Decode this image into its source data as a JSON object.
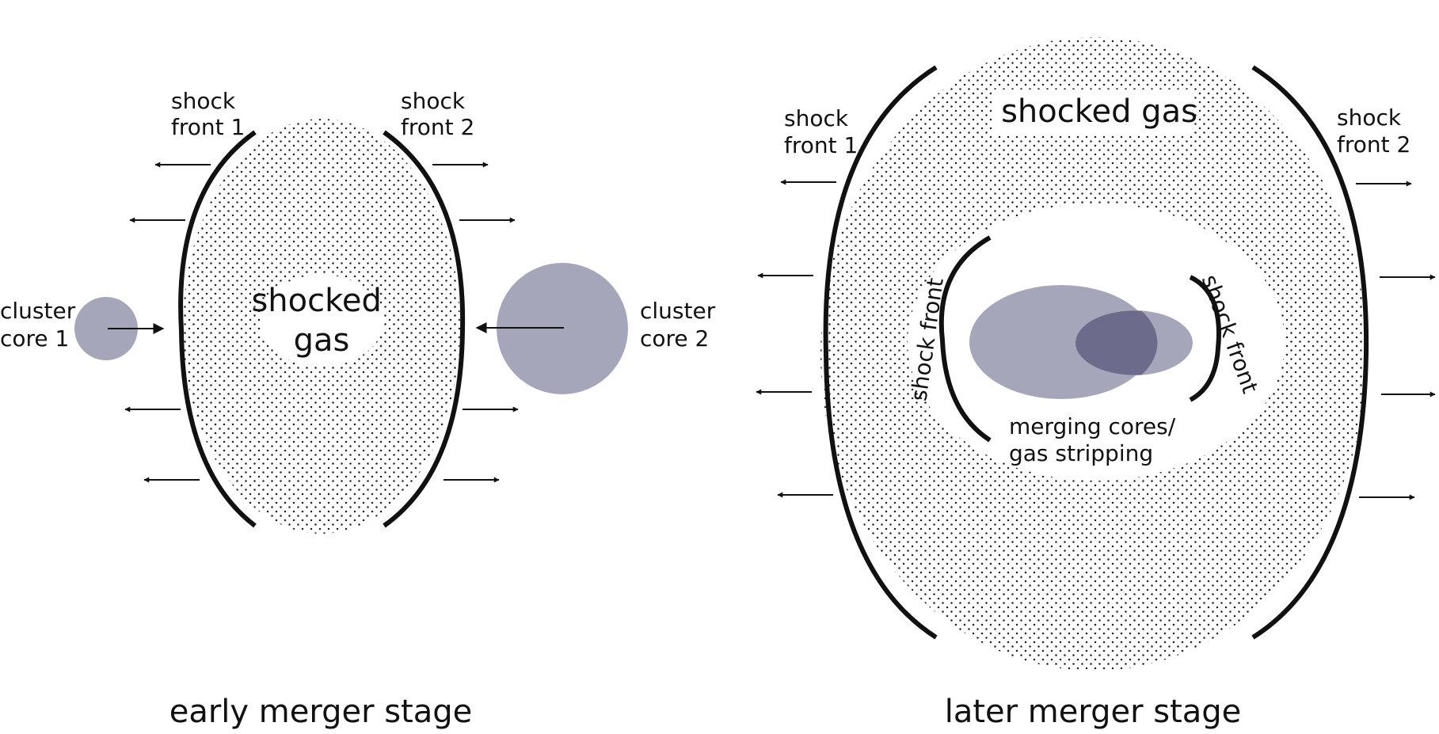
{
  "colors": {
    "stroke": "#111111",
    "core": "#a6a6bb",
    "core_overlap": "#6c6b8c",
    "dots": "#222222",
    "background": "#ffffff"
  },
  "early": {
    "caption": "early merger stage",
    "shocked_gas": [
      "shocked",
      "gas"
    ],
    "front1": [
      "shock",
      "front 1"
    ],
    "front2": [
      "shock",
      "front 2"
    ],
    "core1": [
      "cluster",
      "core 1"
    ],
    "core2": [
      "cluster",
      "core 2"
    ]
  },
  "later": {
    "caption": "later merger stage",
    "shocked_gas": "shocked gas",
    "front1": [
      "shock",
      "front 1"
    ],
    "front2": [
      "shock",
      "front 2"
    ],
    "inner_front_left": "shock front",
    "inner_front_right": "shock front",
    "merging": [
      "merging cores/",
      "gas stripping"
    ]
  }
}
